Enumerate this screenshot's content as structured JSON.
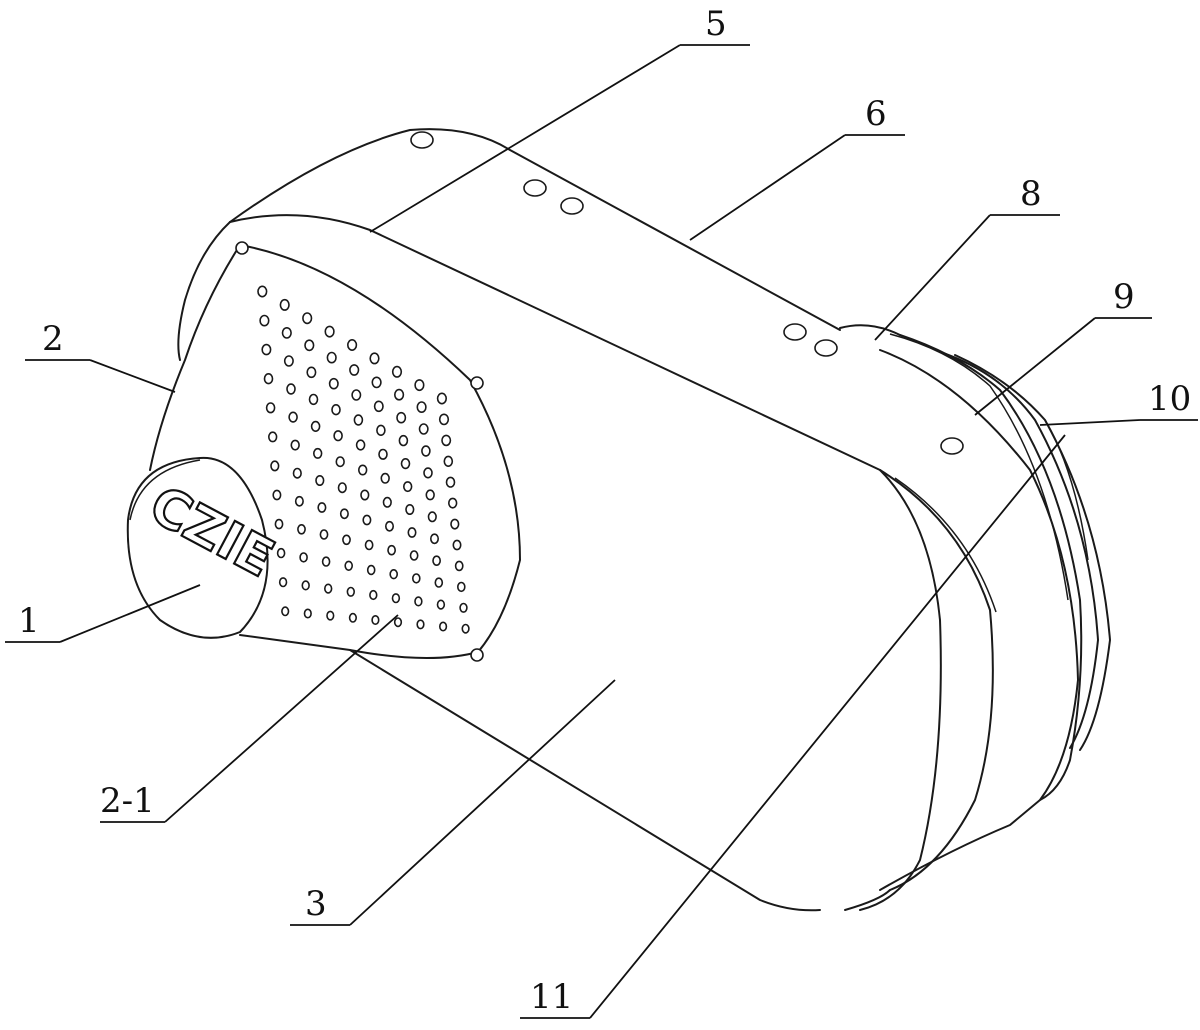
{
  "logo": {
    "text": "CZIE"
  },
  "callouts": [
    {
      "id": "1",
      "text": "1"
    },
    {
      "id": "2",
      "text": "2"
    },
    {
      "id": "2-1",
      "text": "2-1"
    },
    {
      "id": "3",
      "text": "3"
    },
    {
      "id": "5",
      "text": "5"
    },
    {
      "id": "6",
      "text": "6"
    },
    {
      "id": "8",
      "text": "8"
    },
    {
      "id": "9",
      "text": "9"
    },
    {
      "id": "10",
      "text": "10"
    },
    {
      "id": "11",
      "text": "11"
    }
  ],
  "colors": {
    "line": "#1a1a1a",
    "background": "#ffffff"
  }
}
